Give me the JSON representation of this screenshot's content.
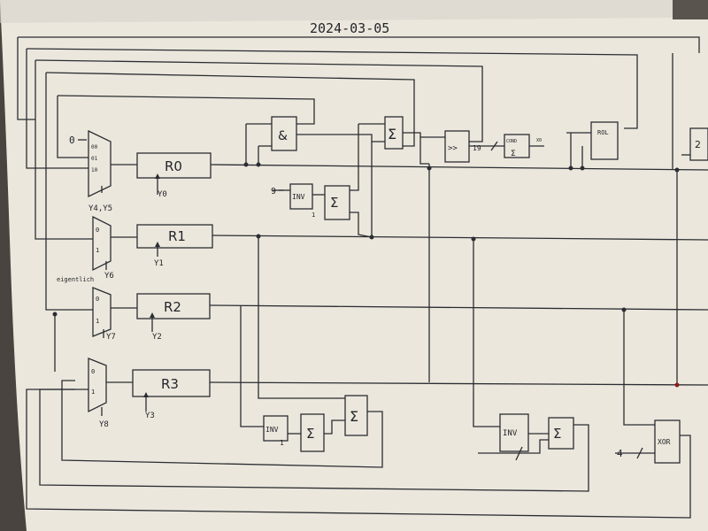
{
  "date": "2024-03-05",
  "registers": {
    "r0": "R0",
    "r1": "R1",
    "r2": "R2",
    "r3": "R3"
  },
  "mux": {
    "m0": {
      "in0": "00",
      "in1": "01",
      "in2": "10",
      "sel": "Y4,Y5"
    },
    "m1": {
      "in0": "0",
      "in1": "1",
      "sel": "Y6"
    },
    "m2": {
      "in0": "0",
      "in1": "1",
      "sel": "Y7"
    },
    "m3": {
      "in0": "0",
      "in1": "1",
      "sel": "Y8"
    }
  },
  "signals": {
    "r0_load": "Y0",
    "r1_load": "Y1",
    "r2_load": "Y2",
    "r3_load": "Y3",
    "zero_const": "0",
    "const_9": "9",
    "const_1a": "1",
    "const_1b": "1",
    "const_4": "4",
    "width_19": "19",
    "x0_out": "X0",
    "annotation": "eigentlich",
    "cond_out": "X0"
  },
  "blocks": {
    "and": "&",
    "sum": "Σ",
    "inv": "INV",
    "shr": ">>",
    "cond": "COND",
    "rol": "ROL",
    "xor": "XOR",
    "right_cut": "2"
  }
}
